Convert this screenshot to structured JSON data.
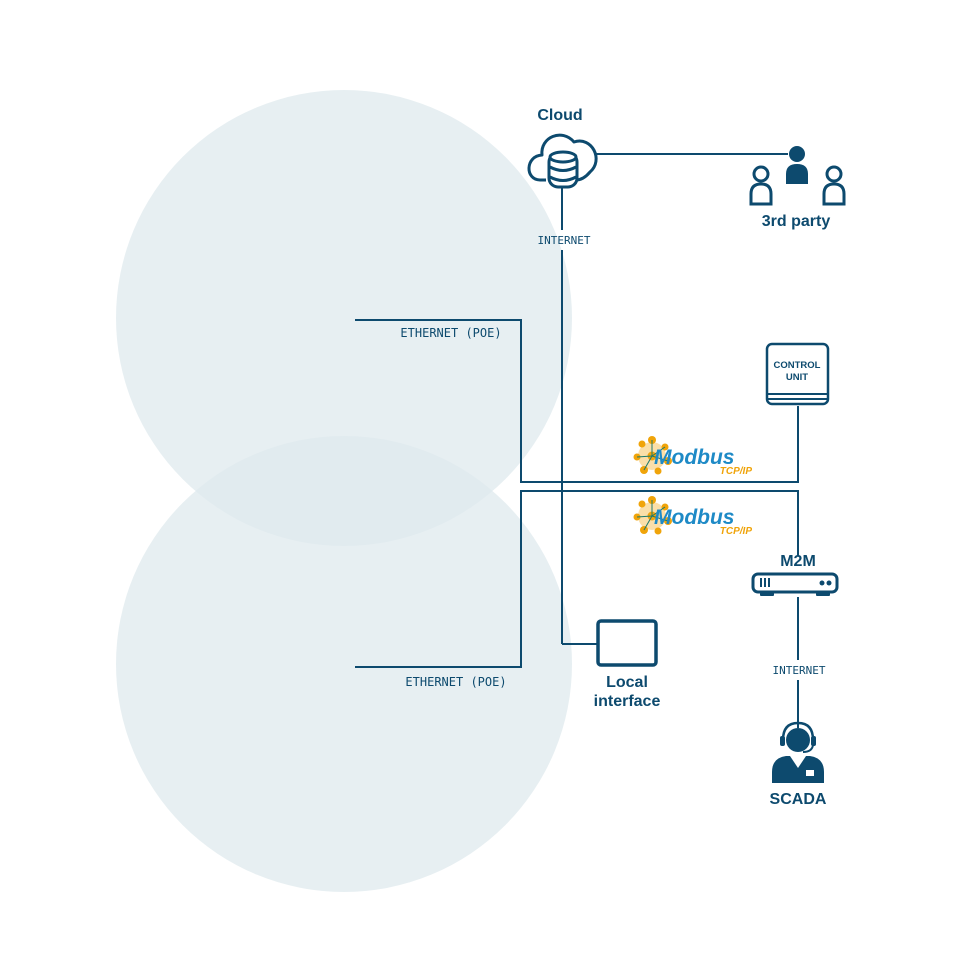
{
  "nodes": {
    "cloud": "Cloud",
    "third_party": "3rd party",
    "control_unit_line1": "CONTROL",
    "control_unit_line2": "UNIT",
    "m2m": "M2M",
    "local_interface_line1": "Local",
    "local_interface_line2": "interface",
    "scada": "SCADA"
  },
  "links": {
    "internet_cloud": "INTERNET",
    "ethernet_top": "ETHERNET (POE)",
    "ethernet_bottom": "ETHERNET (POE)",
    "internet_scada": "INTERNET"
  },
  "protocols": {
    "modbus_top_name": "Modbus",
    "modbus_top_sub": "TCP/IP",
    "modbus_bottom_name": "Modbus",
    "modbus_bottom_sub": "TCP/IP"
  },
  "colors": {
    "primary": "#0d4a6e",
    "circle_fill": "#e8f0f3",
    "modbus_blue": "#1e8ac6",
    "modbus_orange": "#f0a40a"
  },
  "icons": [
    "cloud-database-icon",
    "users-icon",
    "control-unit-icon",
    "m2m-router-icon",
    "tablet-icon",
    "headset-operator-icon",
    "modbus-logo-icon"
  ]
}
